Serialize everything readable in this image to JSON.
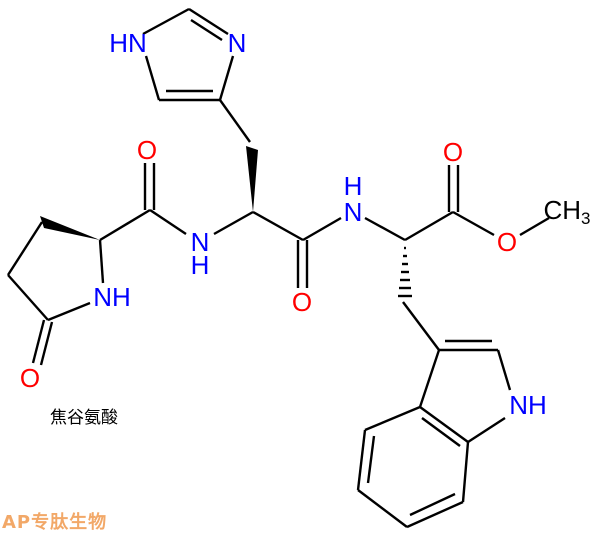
{
  "diagram": {
    "type": "chemical-structure",
    "compound_caption": "焦谷氨酸",
    "watermark": "AP专肽生物",
    "colors": {
      "nitrogen": "#0000ff",
      "oxygen": "#ff0000",
      "carbon": "#000000",
      "watermark": "#f2a868"
    },
    "atoms": {
      "imidazole_nh": "HN",
      "imidazole_n": "N",
      "pyro_carbonyl_o": "O",
      "amide1_n": "N",
      "amide1_h": "H",
      "pyro_ring_n": "NH",
      "pyro_ring_o": "O",
      "his_carbonyl_o": "O",
      "amide2_n": "N",
      "amide2_h": "H",
      "ester_carbonyl_o": "O",
      "ester_o": "O",
      "methyl_c": "CH",
      "methyl_sub": "3",
      "indole_nh": "NH"
    }
  }
}
